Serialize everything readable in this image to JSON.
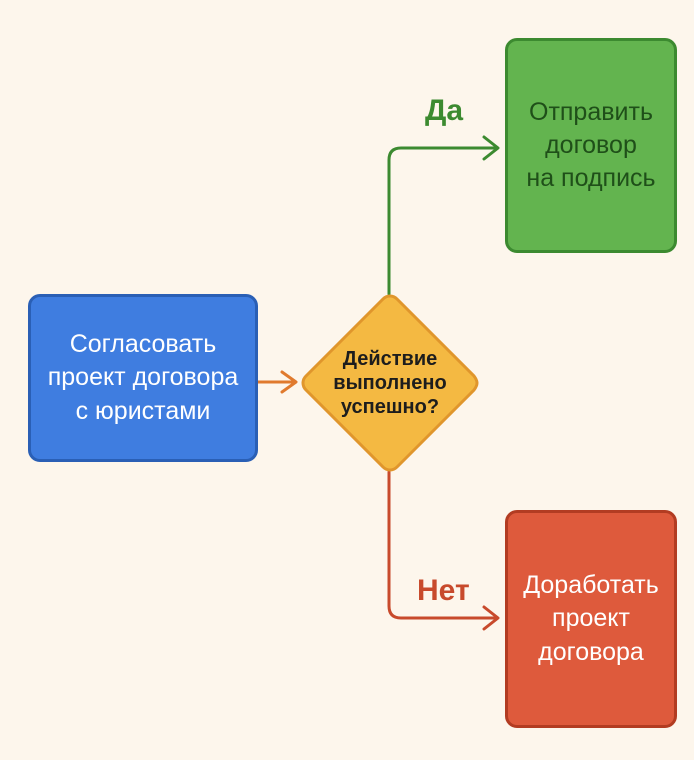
{
  "diagram": {
    "nodes": {
      "start": {
        "label": "Согласовать\nпроект договора\nс юристами"
      },
      "decision": {
        "label": "Действие\nвыполнено\nуспешно?"
      },
      "yes_target": {
        "label": "Отправить\nдоговор\nна подпись"
      },
      "no_target": {
        "label": "Доработать\nпроект\nдоговора"
      }
    },
    "edges": {
      "yes": {
        "label": "Да"
      },
      "no": {
        "label": "Нет"
      }
    },
    "colors": {
      "background": "#fdf6ec",
      "start_fill": "#3f7de0",
      "decision_fill": "#f4b942",
      "yes_fill": "#63b44f",
      "no_fill": "#de5a3c",
      "start_arrow": "#e07a2e",
      "yes_arrow": "#3c8a30",
      "no_arrow": "#c84a2c"
    }
  }
}
